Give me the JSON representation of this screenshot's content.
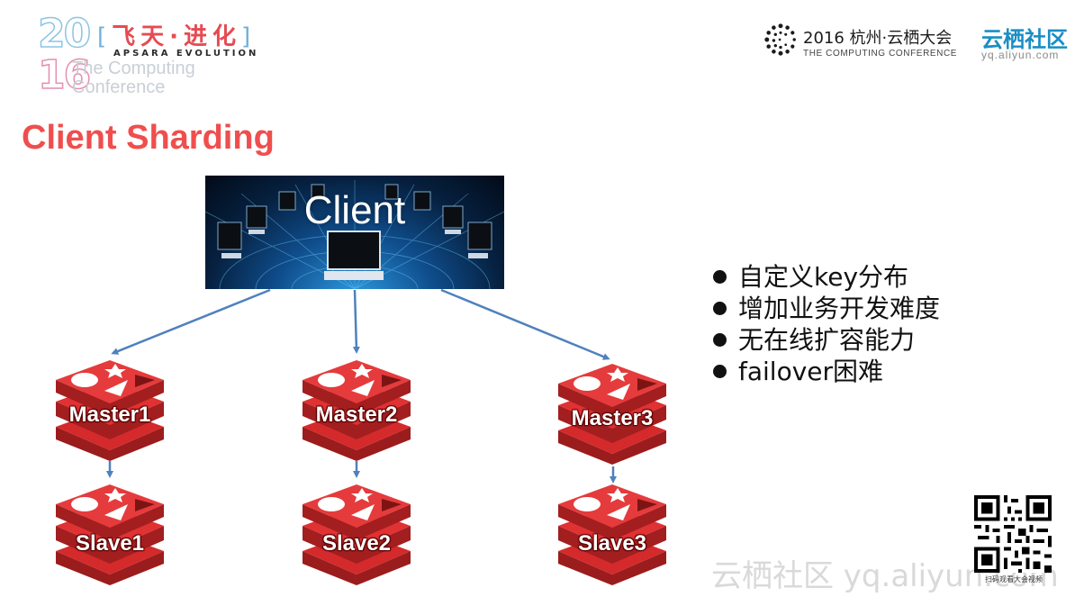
{
  "header_left": {
    "year_top": "20",
    "year_bottom": "16",
    "computing_line1": "The Computing",
    "computing_line2": "Conference",
    "apsara_cn": "飞天·进化",
    "apsara_en": "APSARA EVOLUTION"
  },
  "header_right": {
    "conference_title": "2016 杭州·云栖大会",
    "conference_subtitle": "THE COMPUTING CONFERENCE",
    "community_name": "云栖社区",
    "community_url": "yq.aliyun.com"
  },
  "slide": {
    "title": "Client Sharding",
    "client_label": "Client",
    "masters": [
      "Master1",
      "Master2",
      "Master3"
    ],
    "slaves": [
      "Slave1",
      "Slave2",
      "Slave3"
    ],
    "bullets": [
      "自定义key分布",
      "增加业务开发难度",
      "无在线扩容能力",
      "failover困难"
    ]
  },
  "footer": {
    "qr_caption": "扫码观看大会视频",
    "watermark": "云栖社区 yq.aliyun.com"
  },
  "colors": {
    "title_red": "#f04e4e",
    "redis_red": "#d42a2b",
    "arrow_blue": "#4f81bd",
    "community_blue": "#1a8ec4"
  }
}
